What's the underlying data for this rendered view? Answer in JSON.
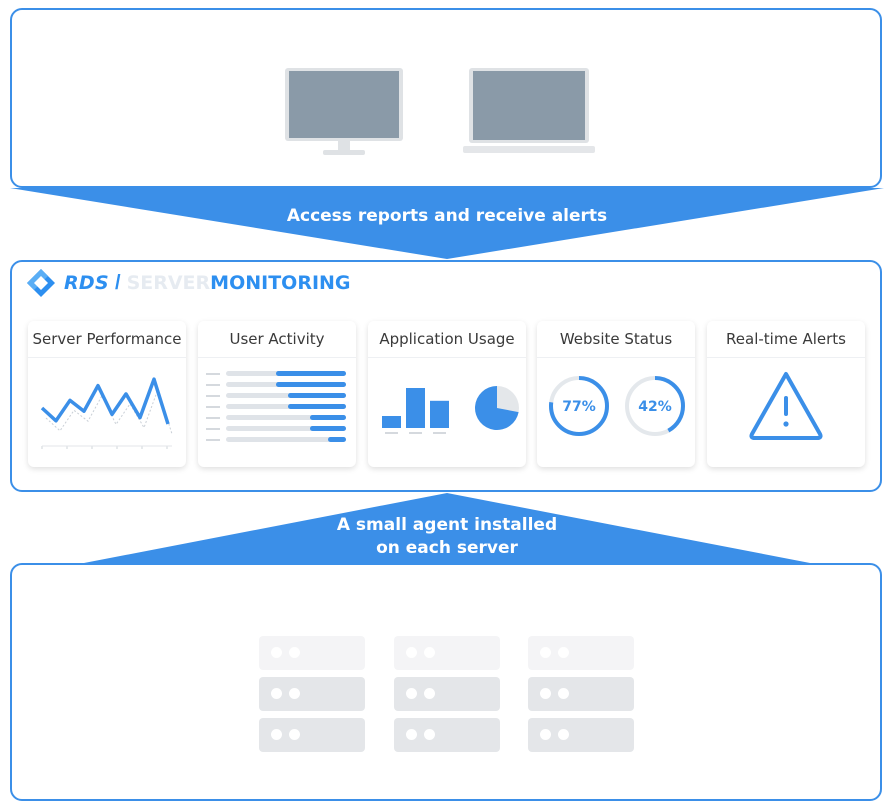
{
  "arrows": {
    "top_label": "Access reports and receive alerts",
    "bottom_label_line1": "A small agent installed",
    "bottom_label_line2": "on each server"
  },
  "logo": {
    "rds": "RDS",
    "separator": "/",
    "server": "SERVER",
    "monitoring": "MONITORING"
  },
  "cards": [
    {
      "title": "Server Performance"
    },
    {
      "title": "User Activity"
    },
    {
      "title": "Application Usage"
    },
    {
      "title": "Website Status"
    },
    {
      "title": "Real-time Alerts"
    }
  ],
  "website_status": {
    "gauge1": {
      "label": "77%",
      "value": 0.77
    },
    "gauge2": {
      "label": "42%",
      "value": 0.42
    }
  },
  "user_activity_fill": [
    0.58,
    0.58,
    0.48,
    0.48,
    0.3,
    0.3,
    0.15
  ],
  "app_usage_bars": [
    0.3,
    1.0,
    0.68
  ],
  "app_usage_pie_fraction": 0.72,
  "perf_series": [
    0.5,
    0.3,
    0.62,
    0.45,
    0.85,
    0.4,
    0.72,
    0.35,
    0.95,
    0.25
  ],
  "colors": {
    "accent": "#3b8fe8",
    "device": "#8a9aa8",
    "server": "#e4e6e9"
  },
  "servers": {
    "columns": 3,
    "rows": 3
  }
}
